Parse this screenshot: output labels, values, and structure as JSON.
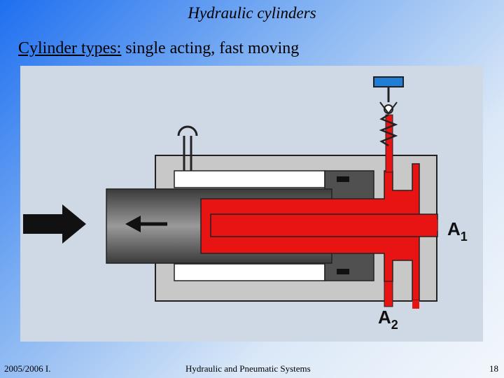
{
  "slide": {
    "title": "Hydraulic cylinders",
    "subtitle_label": "Cylinder types:",
    "subtitle_text": " single acting, fast moving"
  },
  "diagram": {
    "ports": [
      {
        "letter": "A",
        "sub": "1"
      },
      {
        "letter": "A",
        "sub": "2"
      }
    ],
    "colors": {
      "pressure": "#e81414",
      "housing": "#c8c8c8",
      "piston": "#6e6e6e",
      "reservoir": "#1f7ed6",
      "arrow": "#111111"
    }
  },
  "footer": {
    "left": "2005/2006 I.",
    "center": "Hydraulic and Pneumatic Systems",
    "page": "18"
  }
}
